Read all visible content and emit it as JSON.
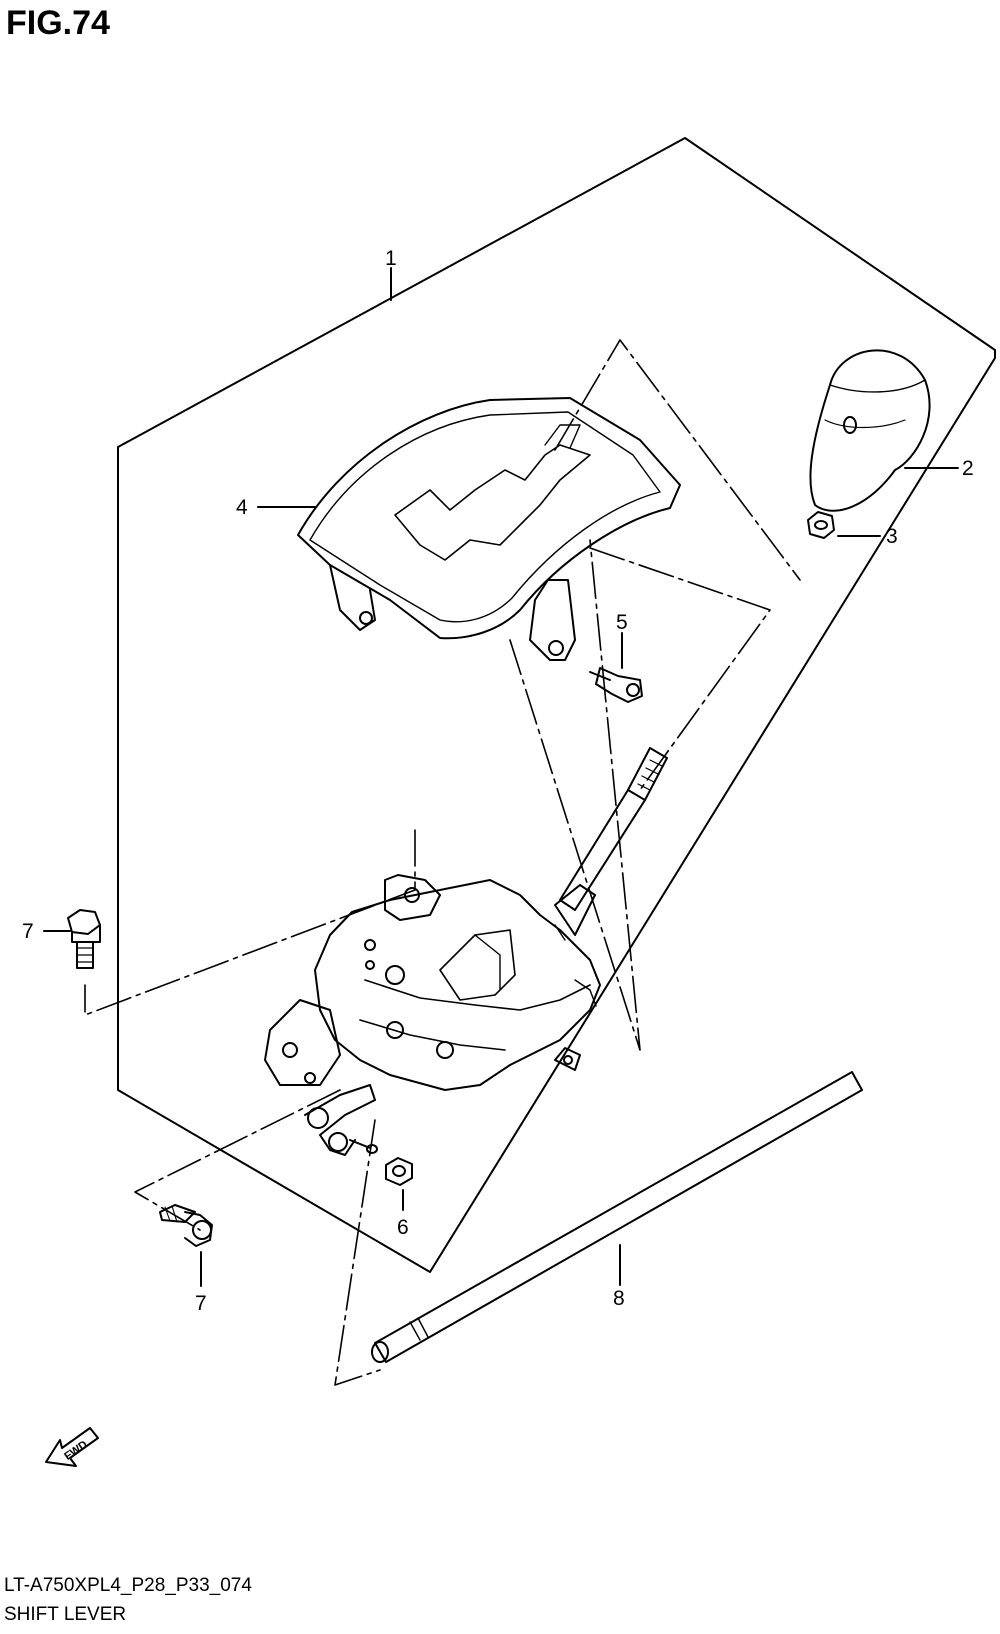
{
  "figure": {
    "title": "FIG.74"
  },
  "callouts": [
    "1",
    "2",
    "3",
    "4",
    "5",
    "6",
    "7",
    "7",
    "8"
  ],
  "fwd_label": "FWD",
  "footer": {
    "code": "LT-A750XPL4_P28_P33_074",
    "name": "SHIFT LEVER"
  },
  "colors": {
    "line": "#000000",
    "background": "#ffffff"
  }
}
